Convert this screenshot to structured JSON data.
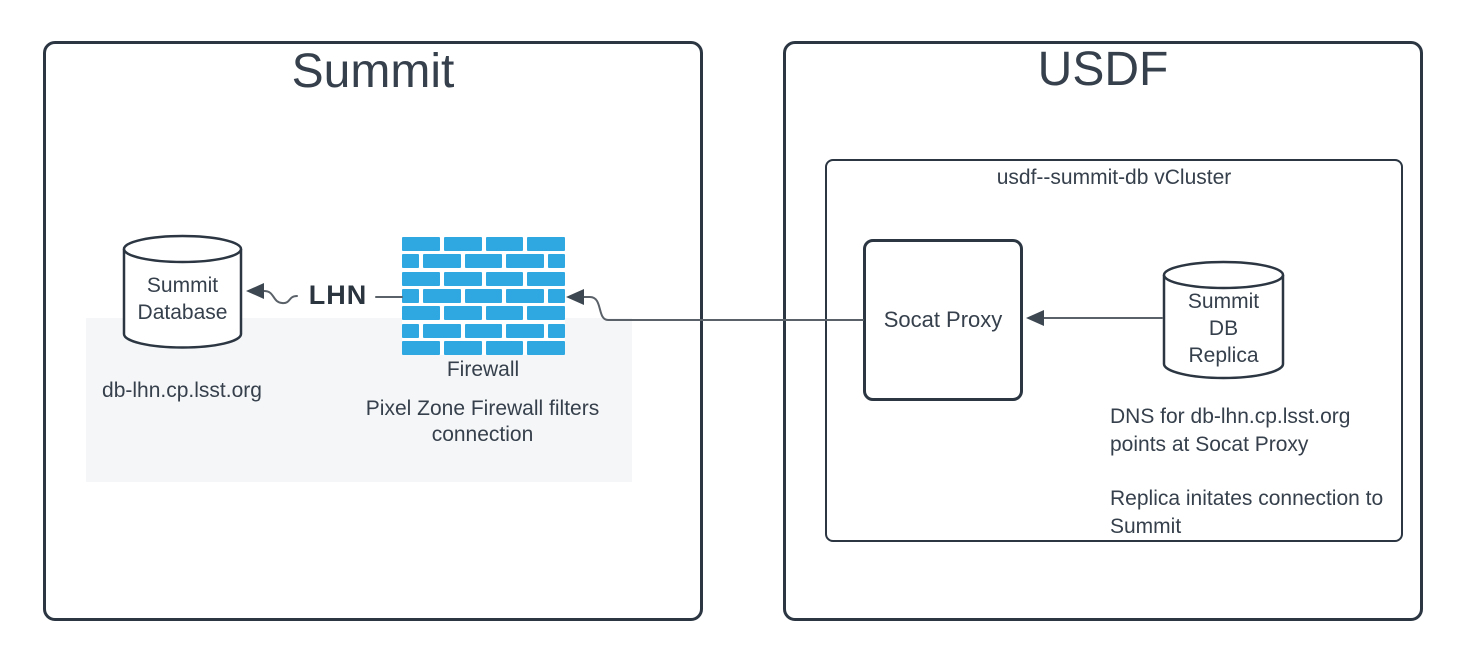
{
  "colors": {
    "stroke": "#2b3642",
    "text": "#36404c",
    "connector": "#5a6168",
    "arrowhead": "#3d4751",
    "firewall_blue": "#2fa8e1",
    "highlight_bg": "#f5f6f8"
  },
  "summit": {
    "title": "Summit",
    "database": {
      "label_line1": "Summit",
      "label_line2": "Database",
      "hostname": "db-lhn.cp.lsst.org"
    },
    "firewall": {
      "label": "Firewall",
      "note_line1": "Pixel Zone Firewall filters",
      "note_line2": "connection"
    },
    "lhn_label": "LHN"
  },
  "usdf": {
    "title": "USDF",
    "vcluster": {
      "label": "usdf--summit-db vCluster"
    },
    "socat": {
      "label": "Socat Proxy"
    },
    "replica": {
      "label_lines": [
        "Summit",
        "DB",
        "Replica"
      ]
    },
    "dns_note_line1": "DNS for db-lhn.cp.lsst.org",
    "dns_note_line2": "points at Socat Proxy",
    "replica_note_line1": "Replica initates connection to",
    "replica_note_line2": "Summit"
  }
}
